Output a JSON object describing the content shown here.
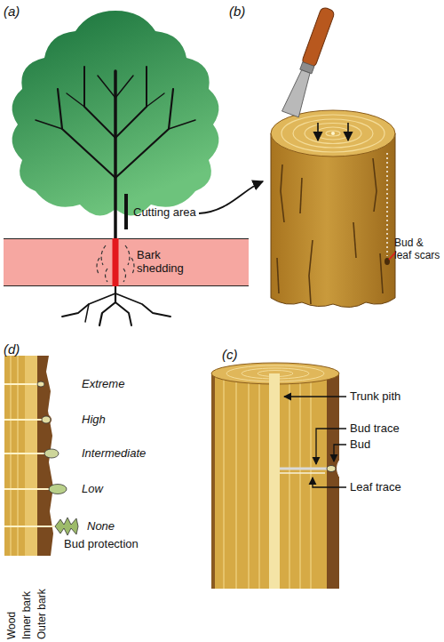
{
  "diagram": {
    "nodes": [
      {
        "text": [
          "Bark shedding"
        ]
      }
    ],
    "labels": [
      "(a)",
      "Cutting area",
      "(b)",
      "Bud & leaf scars",
      "(d)",
      "Extreme",
      "High",
      "Intermediate",
      "Low",
      "None",
      "Bud protection",
      "Wood",
      "Inner bark",
      "Outer bark",
      "(c)",
      "Trunk pith",
      "Bud trace",
      "Bud",
      "Leaf trace"
    ]
  }
}
